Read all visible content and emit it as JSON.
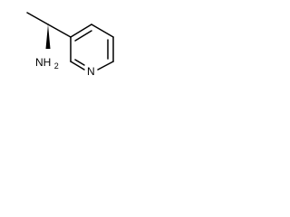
{
  "molecule": {
    "labels": {
      "amine": "NH2",
      "amine_main": "NH",
      "amine_subscript": "2",
      "ring_nitrogen": "N"
    },
    "bond_color": "#000000",
    "background": "#ffffff"
  }
}
